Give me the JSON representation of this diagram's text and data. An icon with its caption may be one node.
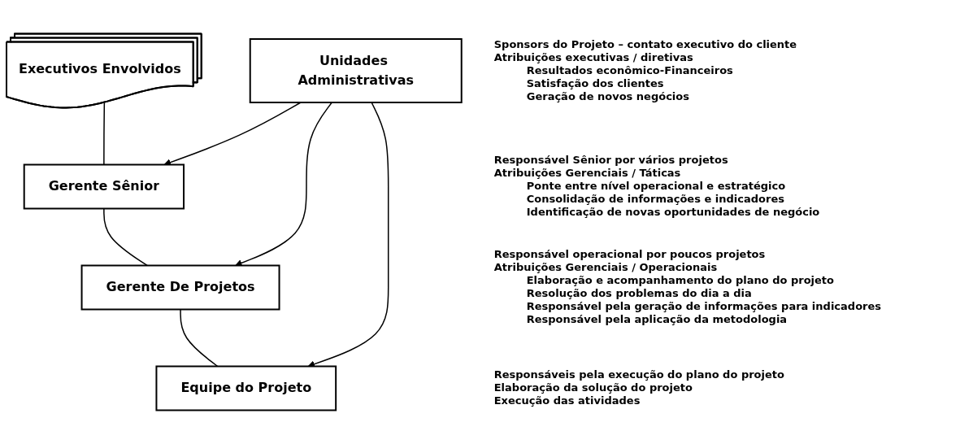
{
  "diagram": {
    "nodes": [
      {
        "text": [
          "Executivos Envolvidos"
        ],
        "beside": [
          "Sponsors do Projeto – contato executivo do cliente",
          "Atribuições executivas / diretivas",
          "Resultados econômico-Financeiros",
          "Satisfação dos clientes",
          "Geração de novos negócios"
        ]
      },
      {
        "text": [
          "Gerente Sênior"
        ],
        "beside": [
          "Responsável Sênior por vários projetos",
          "Atribuições Gerenciais / Táticas",
          "Ponte entre nível operacional e estratégico",
          "Consolidação de informações e indicadores",
          "Identificação de novas oportunidades de negócio"
        ]
      },
      {
        "text": [
          "Gerente De Projetos"
        ],
        "beside": [
          "Responsável operacional por poucos projetos",
          "Atribuições Gerenciais / Operacionais",
          "Elaboração e acompanhamento do plano do projeto",
          "Resolução dos problemas do dia a dia",
          "Responsável pela geração de informações para indicadores",
          "Responsável pela aplicação da metodologia"
        ]
      },
      {
        "text": [
          "Equipe do Projeto"
        ],
        "beside": [
          "Responsáveis pela execução do plano do projeto",
          "Elaboração da solução do projeto",
          "Execução das atividades"
        ]
      },
      {
        "text": [
          "Unidades Administrativas"
        ]
      }
    ],
    "edges": [
      {
        "from": 0,
        "to": 1,
        "arrow": "none"
      },
      {
        "from": 1,
        "to": 2,
        "arrow": "none"
      },
      {
        "from": 2,
        "to": 3,
        "arrow": "none"
      },
      {
        "from": 4,
        "to": 1,
        "arrow": "to"
      },
      {
        "from": 4,
        "to": 2,
        "arrow": "to"
      },
      {
        "from": 4,
        "to": 3,
        "arrow": "to"
      }
    ]
  }
}
